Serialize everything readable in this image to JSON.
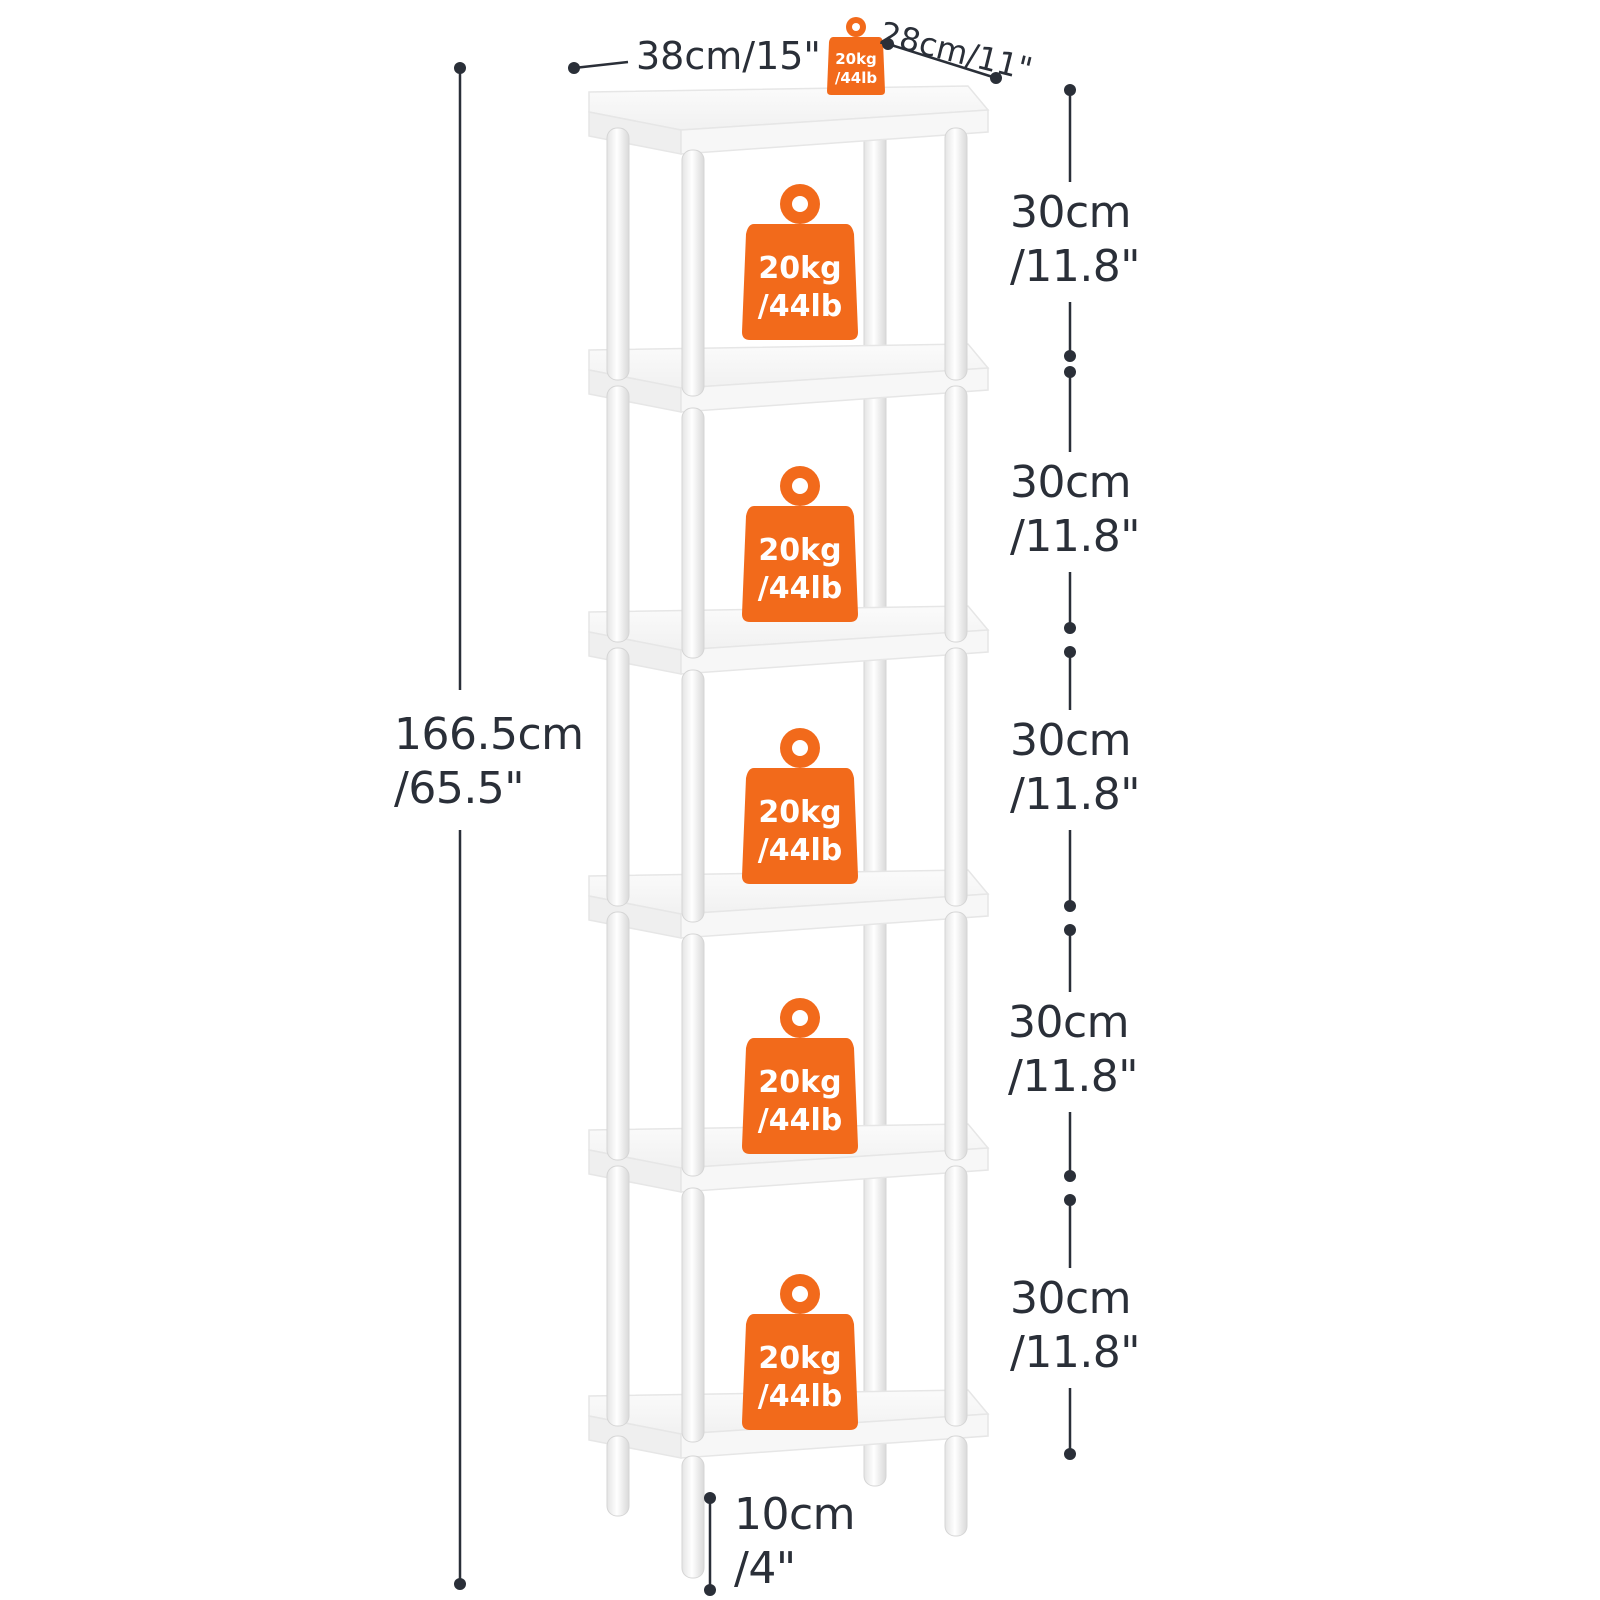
{
  "dimensions": {
    "total_height": {
      "line1": "166.5cm",
      "line2": "/65.5\""
    },
    "width": "38cm/15\"",
    "depth": "28cm/11\"",
    "tier_spacing": [
      {
        "line1": "30cm",
        "line2": "/11.8\""
      },
      {
        "line1": "30cm",
        "line2": "/11.8\""
      },
      {
        "line1": "30cm",
        "line2": "/11.8\""
      },
      {
        "line1": "30cm",
        "line2": "/11.8\""
      },
      {
        "line1": "30cm",
        "line2": "/11.8\""
      }
    ],
    "leg_height": {
      "line1": "10cm",
      "line2": "/4\""
    }
  },
  "load_capacity": {
    "top_badge": {
      "line1": "20kg",
      "line2": "/44lb"
    },
    "shelf_badges": [
      {
        "line1": "20kg",
        "line2": "/44lb"
      },
      {
        "line1": "20kg",
        "line2": "/44lb"
      },
      {
        "line1": "20kg",
        "line2": "/44lb"
      },
      {
        "line1": "20kg",
        "line2": "/44lb"
      },
      {
        "line1": "20kg",
        "line2": "/44lb"
      }
    ]
  },
  "colors": {
    "badge": "#f26a1b",
    "shelf": "#ffffff",
    "shelf_edge": "#e6e6e6",
    "line": "#2a2f38"
  },
  "icons": [
    "weight-icon"
  ]
}
